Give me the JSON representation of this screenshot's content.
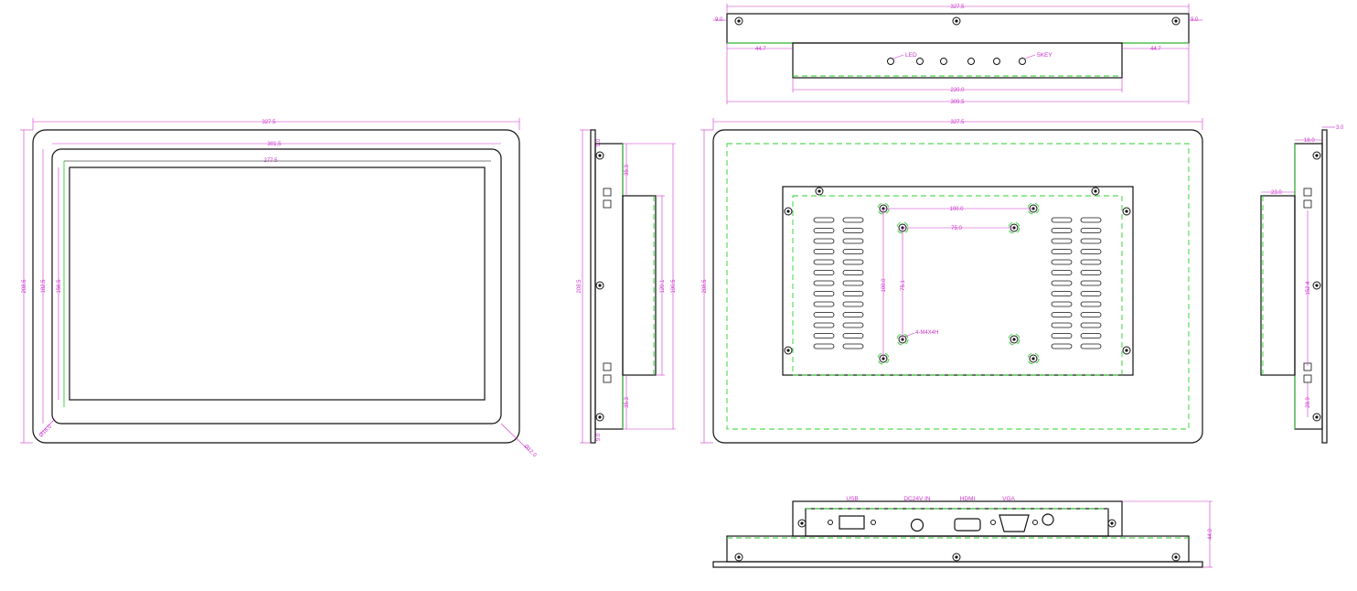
{
  "colors": {
    "outline": "#111111",
    "dimension": "#cc33cc",
    "hidden_edge": "#2bd12b",
    "background": "#ffffff"
  },
  "front_view": {
    "width_outer": "327.5",
    "width_bezel": "301.5",
    "width_screen": "277.5",
    "height_outer": "208.5",
    "height_bezel": "182.5",
    "height_screen": "156.5",
    "radius_inner": "Ø16.0",
    "radius_outer": "Ø12.0"
  },
  "top_view": {
    "width_outer": "327.5",
    "edge_left": "9.0",
    "edge_right": "9.0",
    "offset_left": "44.7",
    "offset_right": "44.7",
    "box_width": "220.0",
    "mount_width": "309.5",
    "led_label": "LED",
    "key_label": "5KEY"
  },
  "side_view_left": {
    "height_total": "208.5",
    "depth_top": "9.0",
    "depth_bottom": "9.0",
    "offset_top": "35.3",
    "offset_bottom": "35.3",
    "box_height": "120.1",
    "frame_height": "190.5"
  },
  "back_view": {
    "width_outer": "327.5",
    "height_outer": "208.5",
    "vesa_100": "100.0",
    "vesa_75": "75.0",
    "vesa_100_v": "100.0",
    "vesa_75_v": "75.1",
    "screw_label": "4-M4X4H"
  },
  "side_view_right": {
    "thickness": "3.0",
    "depth": "18.0",
    "box_depth": "23.0",
    "height_inner": "152.4",
    "offset_bottom": "28.9"
  },
  "bottom_view": {
    "height_total": "44.0",
    "ports": [
      "USB",
      "DC24V IN",
      "HDMI",
      "VGA"
    ]
  }
}
